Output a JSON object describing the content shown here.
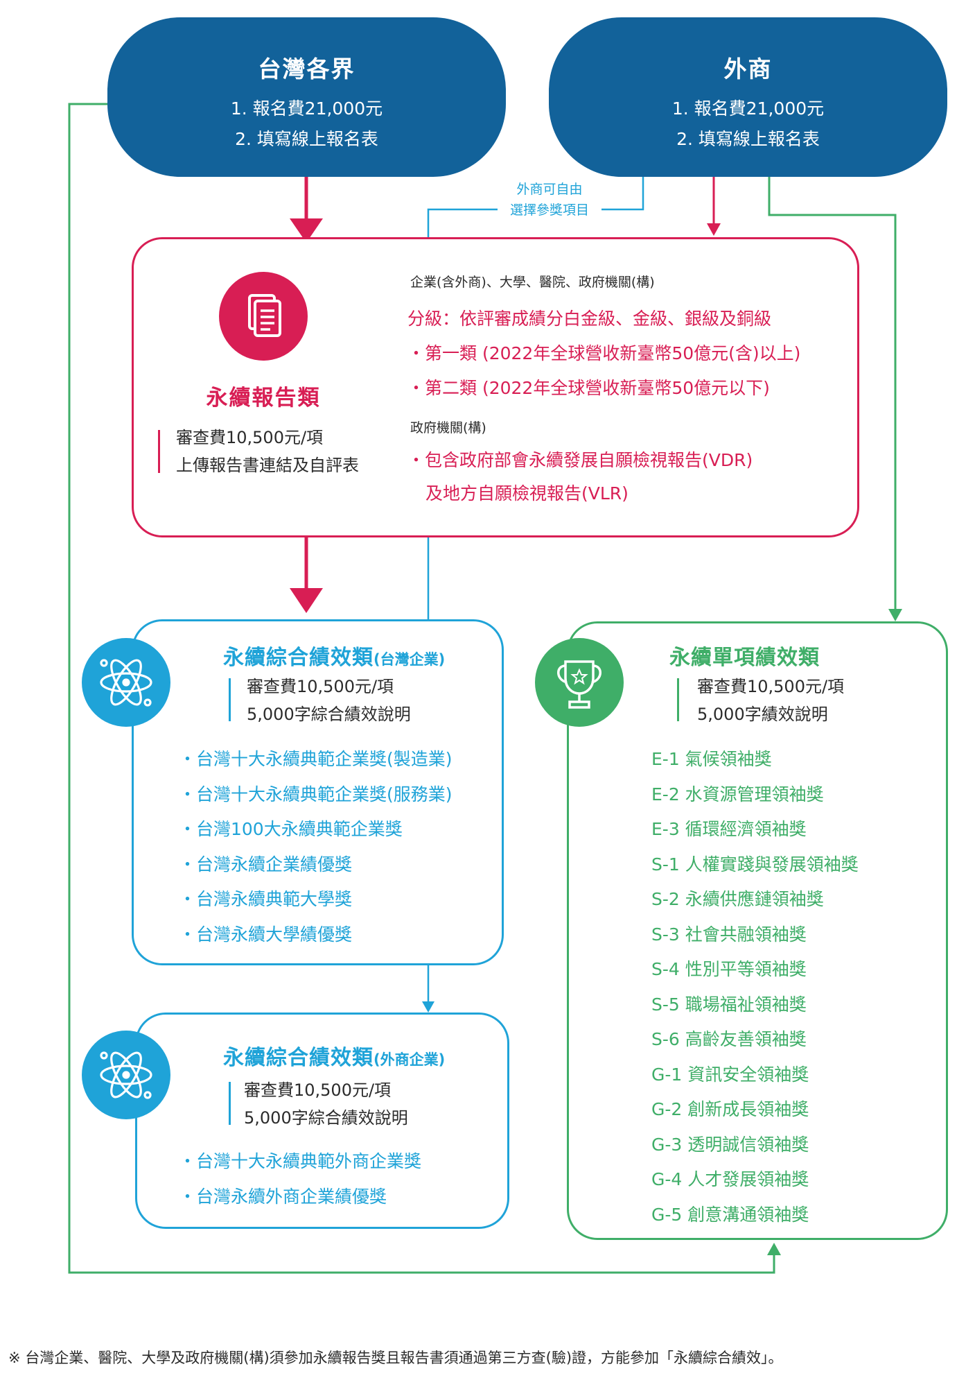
{
  "nodes": {
    "taiwan": {
      "title": "台灣各界",
      "line1": "1. 報名費21,000元",
      "line2": "2. 填寫線上報名表"
    },
    "foreign": {
      "title": "外商",
      "line1": "1. 報名費21,000元",
      "line2": "2. 填寫線上報名表"
    },
    "foreign_note": {
      "line1": "外商可自由",
      "line2": "選擇參獎項目"
    },
    "report": {
      "title": "永續報告類",
      "fee": "審查費10,500元/項",
      "upload": "上傳報告書連結及自評表",
      "scope": "企業(含外商)、大學、醫院、政府機關(構)",
      "grading": "分級：依評審成績分白金級、金級、銀級及銅級",
      "class1": "・第一類 (2022年全球營收新臺幣50億元(含)以上)",
      "class2": "・第二類 (2022年全球營收新臺幣50億元以下)",
      "gov_label": "政府機關(構)",
      "gov_line1": "・包含政府部會永續發展自願檢視報告(VDR)",
      "gov_line2": "及地方自願檢視報告(VLR)"
    },
    "comp_tw": {
      "title": "永續綜合績效類",
      "tag": "(台灣企業)",
      "fee": "審查費10,500元/項",
      "desc": "5,000字綜合績效說明",
      "items": [
        "・台灣十大永續典範企業獎(製造業)",
        "・台灣十大永續典範企業獎(服務業)",
        "・台灣100大永續典範企業獎",
        "・台灣永續企業績優獎",
        "・台灣永續典範大學獎",
        "・台灣永續大學績優獎"
      ]
    },
    "comp_fr": {
      "title": "永續綜合績效類",
      "tag": "(外商企業)",
      "fee": "審查費10,500元/項",
      "desc": "5,000字綜合績效說明",
      "items": [
        "・台灣十大永續典範外商企業獎",
        "・台灣永續外商企業績優獎"
      ]
    },
    "single": {
      "title": "永續單項績效類",
      "fee": "審查費10,500元/項",
      "desc": "5,000字績效說明",
      "items": [
        "E-1 氣候領袖獎",
        "E-2 水資源管理領袖獎",
        "E-3 循環經濟領袖獎",
        "S-1 人權實踐與發展領袖獎",
        "S-2 永續供應鏈領袖獎",
        "S-3 社會共融領袖獎",
        "S-4 性別平等領袖獎",
        "S-5 職場福祉領袖獎",
        "S-6 高齡友善領袖獎",
        "G-1 資訊安全領袖獎",
        "G-2 創新成長領袖獎",
        "G-3 透明誠信領袖獎",
        "G-4 人才發展領袖獎",
        "G-5 創意溝通領袖獎"
      ]
    }
  },
  "footnote": "※ 台灣企業、醫院、大學及政府機關(構)須參加永續報告獎且報告書須通過第三方查(驗)證，方能參加「永續綜合績效」。",
  "colors": {
    "navy": "#12629a",
    "red": "#d81e54",
    "blue": "#1fa3d8",
    "green": "#3fae68",
    "text": "#2b2b2b"
  },
  "icons": {
    "report": "document-icon",
    "comprehensive": "atom-icon",
    "single": "trophy-icon"
  }
}
